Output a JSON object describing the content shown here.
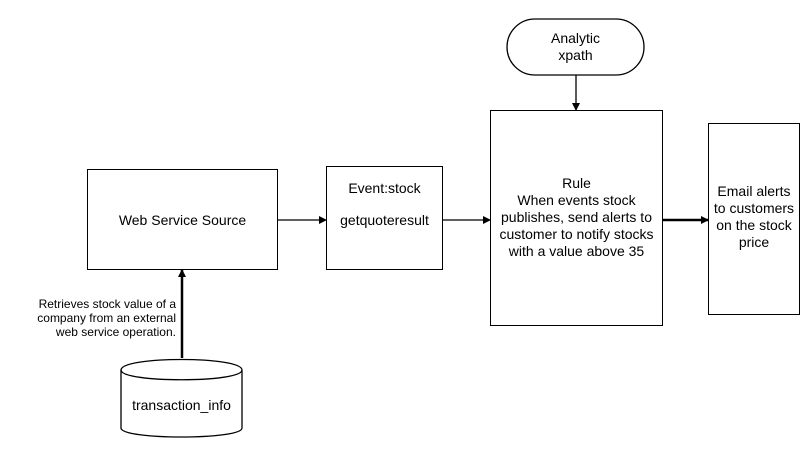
{
  "analytic": {
    "line1": "Analytic",
    "line2": "xpath"
  },
  "source": {
    "label": "Web Service Source"
  },
  "event": {
    "line1": "Event:stock",
    "line2": "getquoteresult"
  },
  "rule": {
    "title": "Rule",
    "line1": "When events  stock",
    "line2": "publishes, send alerts to",
    "line3": "customer to notify stocks",
    "line4": "with a value above 35"
  },
  "output": {
    "line1": "Email alerts",
    "line2": "to customers",
    "line3": "on the stock",
    "line4": "price"
  },
  "note": {
    "line1": "Retrieves stock value of a",
    "line2": "company from an external",
    "line3": "web service operation."
  },
  "datastore": {
    "label": "transaction_info"
  }
}
